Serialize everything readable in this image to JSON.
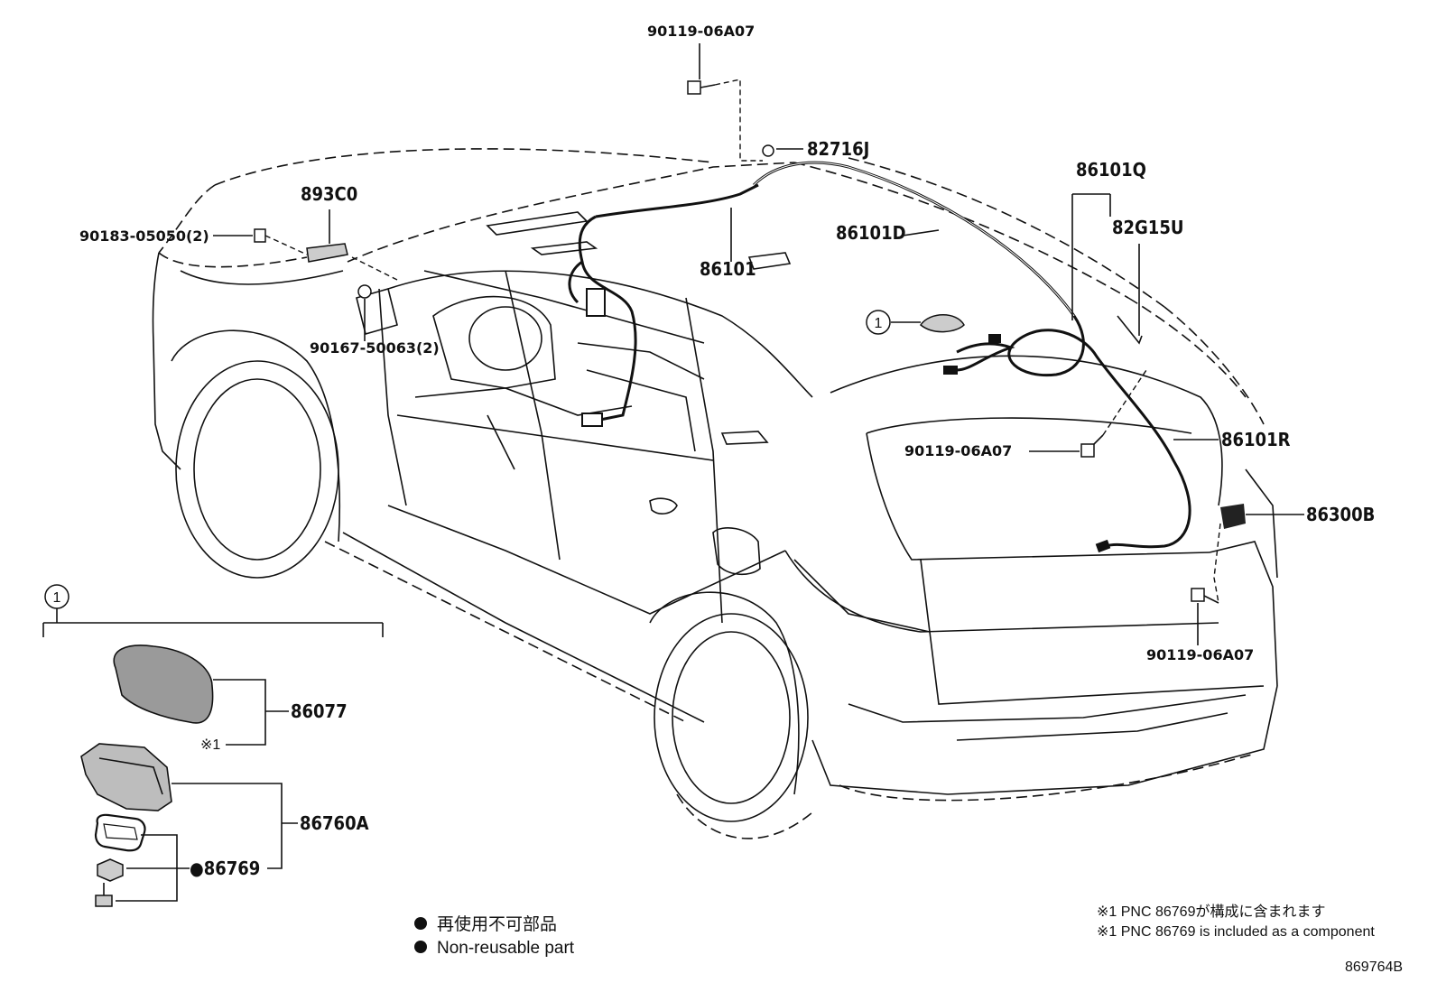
{
  "parts": {
    "bolt_top": "90119-06A07",
    "bracket_82716J": "82716J",
    "bracket_893C0": "893C0",
    "clip_90183": "90183-05050(2)",
    "clip_90167": "90167-50063(2)",
    "cable_86101": "86101",
    "cable_86101D": "86101D",
    "cable_86101Q": "86101Q",
    "clamp_82G15U": "82G15U",
    "bolt_mid": "90119-06A07",
    "cable_86101R": "86101R",
    "connector_86300B": "86300B",
    "bolt_rear": "90119-06A07",
    "cover_86077": "86077",
    "antenna_86760A": "86760A",
    "gasket_86769": "●86769"
  },
  "callouts": {
    "circle_1_main": "1",
    "circle_1_detail": "1",
    "asterisk_note_ref": "※1"
  },
  "legend": {
    "jp": "再使用不可部品",
    "en": "Non-reusable part"
  },
  "notes": {
    "jp": "※1 PNC 86769が構成に含まれます",
    "en": "※1 PNC 86769 is included as a component"
  },
  "diagram_code": "869764B"
}
